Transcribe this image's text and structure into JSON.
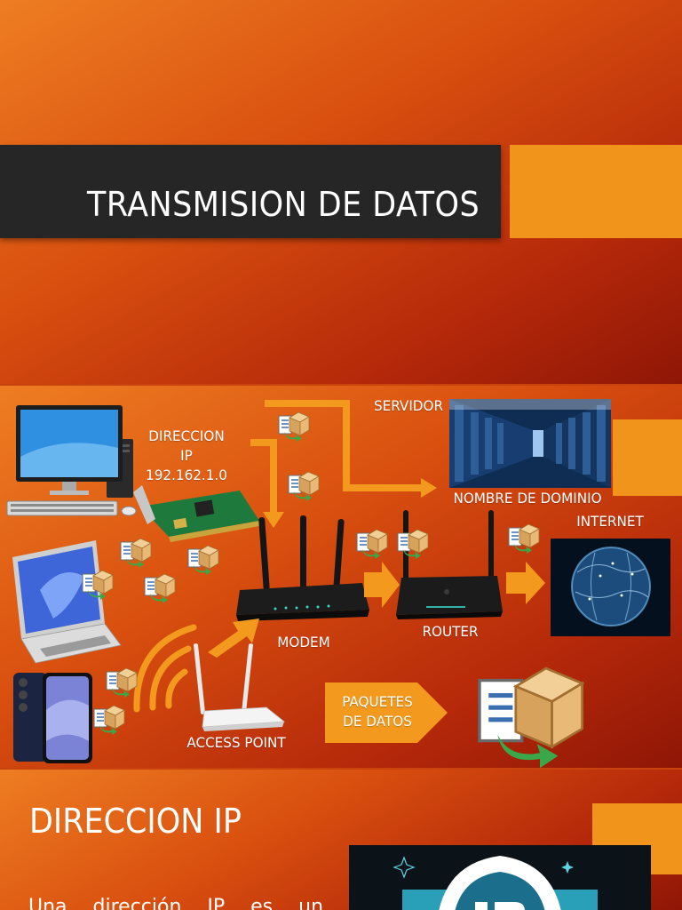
{
  "slide1": {
    "title": "TRANSMISION DE DATOS"
  },
  "diagram": {
    "labels": {
      "direccion_ip": "DIRECCION\nIP\n192.162.1.0",
      "servidor": "SERVIDOR",
      "nombre_dominio": "NOMBRE DE DOMINIO",
      "internet": "INTERNET",
      "modem": "MODEM",
      "router": "ROUTER",
      "access_point": "ACCESS POINT",
      "paquetes": "PAQUETES\nDE DATOS"
    },
    "colors": {
      "arrow": "#f39a1e",
      "accent": "#f0941c",
      "title_bar": "#262626"
    }
  },
  "slide3": {
    "title": "DIRECCION IP",
    "body": "Una dirección IP es un"
  }
}
